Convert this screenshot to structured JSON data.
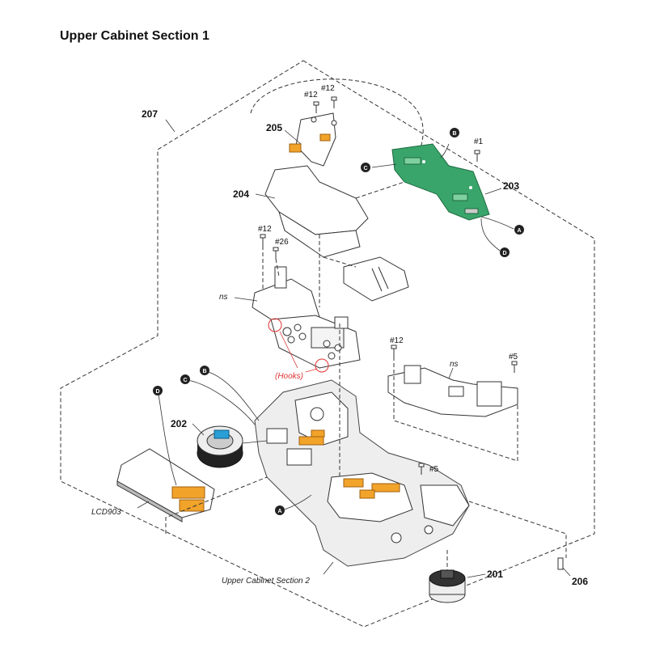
{
  "title": "Upper Cabinet Section 1",
  "colors": {
    "pcb": "#3aa56a",
    "flex": "#f2a32a",
    "accent": "#2a9fd6",
    "hooks": "#d33333"
  },
  "labels": {
    "p207": "207",
    "p205": "205",
    "p204": "204",
    "p203": "203",
    "p202": "202",
    "p201": "201",
    "p206": "206",
    "s12a": "#12",
    "s12b": "#12",
    "s12c": "#12",
    "s12d": "#12",
    "s1": "#1",
    "s26": "#26",
    "s5a": "#5",
    "s5b": "#5",
    "ns1": "ns",
    "ns2": "ns",
    "hooks": "(Hooks)",
    "lcd": "LCD903",
    "ucs2": "Upper Cabinet Section 2"
  },
  "badges": {
    "a": "A",
    "b": "B",
    "c": "C",
    "d": "D"
  }
}
